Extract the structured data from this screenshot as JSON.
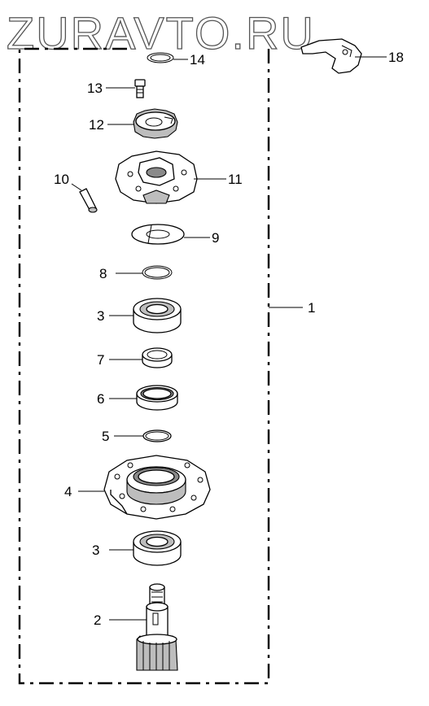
{
  "watermark": "ZURAVTO.RU",
  "callouts": {
    "p1": "1",
    "p2": "2",
    "p3a": "3",
    "p3b": "3",
    "p4": "4",
    "p5": "5",
    "p6": "6",
    "p7": "7",
    "p8": "8",
    "p9": "9",
    "p10": "10",
    "p11": "11",
    "p12": "12",
    "p13": "13",
    "p14": "14",
    "p18": "18"
  }
}
